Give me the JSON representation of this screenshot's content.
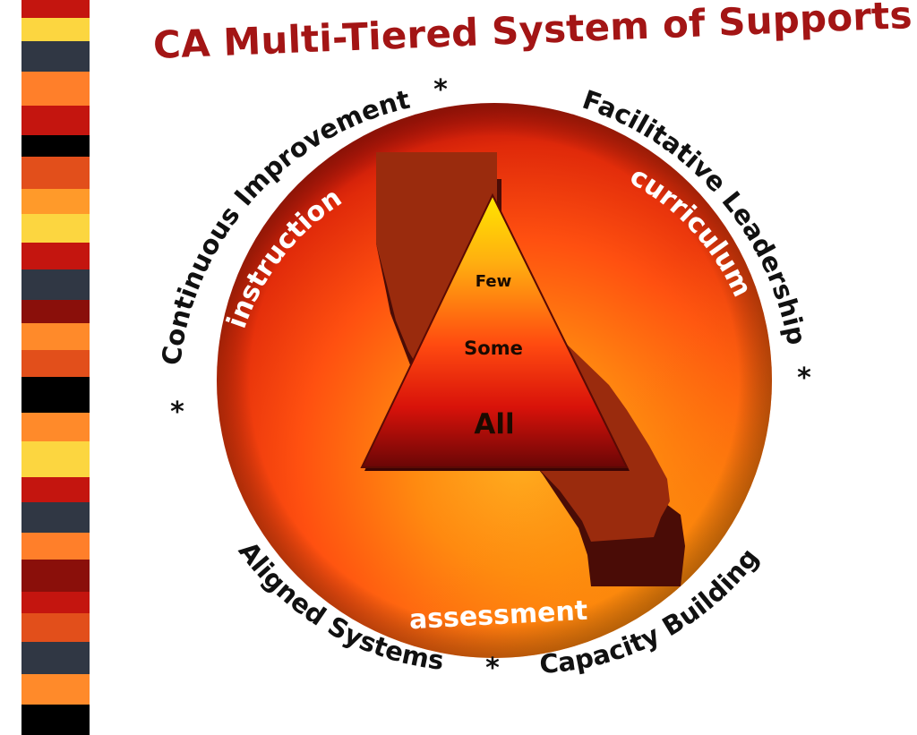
{
  "title": "CA Multi-Tiered System of Supports",
  "ring_labels": {
    "continuous_improvement": "Continuous Improvement",
    "facilitative_leadership": "Facilitative Leadership",
    "aligned_systems": "Aligned Systems",
    "capacity_building": "Capacity Building"
  },
  "inner_labels": {
    "instruction": "instruction",
    "curriculum": "curriculum",
    "assessment": "assessment"
  },
  "separator": "*",
  "tiers": {
    "top": "Few",
    "middle": "Some",
    "bottom": "All"
  },
  "colors": {
    "title": "#a31515",
    "circle_center": "#ff6a10",
    "circle_edge": "#d81a0a",
    "circle_gold": "#f4c20a",
    "state_fill": "#9a2b0d",
    "state_side": "#4a0c06",
    "triangle_top": "#ffe000",
    "triangle_bottom": "#6a0606"
  },
  "stripe_colors": [
    "#c4150f",
    "#fcd640",
    "#303744",
    "#ff7f2a",
    "#c4150f",
    "#000000",
    "#e24f1b",
    "#ff9a2a",
    "#fcd640",
    "#c4150f",
    "#303744",
    "#8a0f0a",
    "#ff8a2a",
    "#e24f1b",
    "#000000",
    "#ff8a2a",
    "#fcd640",
    "#c4150f",
    "#303744",
    "#ff7f2a",
    "#8a0f0a",
    "#c4150f",
    "#e24f1b",
    "#303744",
    "#ff8a2a",
    "#000000"
  ]
}
